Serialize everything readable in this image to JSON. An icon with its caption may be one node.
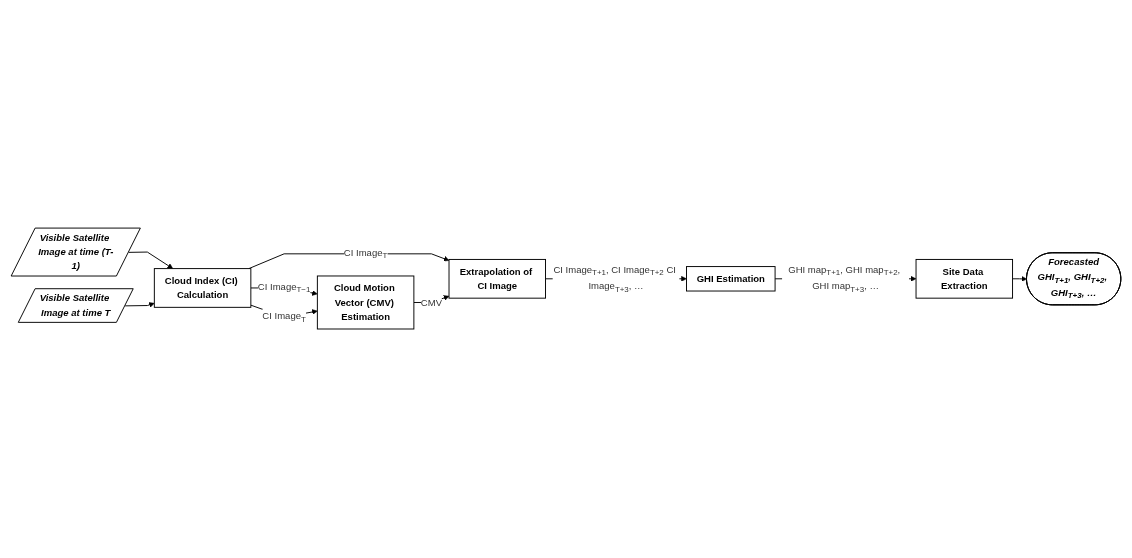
{
  "diagram": {
    "nodes": [
      {
        "text": [
          "Visible Satellite Image at time (T-1)"
        ]
      },
      {
        "text": [
          "Visible Satellite Image at time T"
        ]
      },
      {
        "text": [
          "Cloud Index (CI) Calculation"
        ]
      },
      {
        "text": [
          "Cloud Motion Vector (CMV) Estimation"
        ]
      },
      {
        "text": [
          "Extrapolation of CI Image"
        ]
      },
      {
        "text": [
          "GHI Estimation"
        ]
      },
      {
        "text": [
          "Site Data Extraction"
        ]
      },
      {
        "text": [
          "Forecasted",
          "GHI$_{T+1}$, GHI$_{T+2}$, GHI$_{T+3}$, …"
        ]
      }
    ],
    "edges": [
      {
        "from": 0,
        "to": 2,
        "arrow": "to"
      },
      {
        "from": 1,
        "to": 2,
        "arrow": "to"
      },
      {
        "from": 2,
        "to": 3,
        "arrow": "to",
        "label": "CI Image$_{T−1}$"
      },
      {
        "from": 2,
        "to": 3,
        "arrow": "to",
        "label": "CI Image$_{T}$"
      },
      {
        "from": 2,
        "to": 4,
        "arrow": "to",
        "label": "CI Image$_{T}$"
      },
      {
        "from": 3,
        "to": 4,
        "arrow": "to",
        "label": "CMV"
      },
      {
        "from": 4,
        "to": 5,
        "arrow": "to",
        "label": "CI Image$_{T+1}$, CI Image$_{T+2}$ CI Image$_{T+3}$, …"
      },
      {
        "from": 5,
        "to": 6,
        "arrow": "to",
        "label": "GHI map$_{T+1}$, GHI map$_{T+2}$, GHI map$_{T+3}$, …"
      },
      {
        "from": 6,
        "to": 7,
        "arrow": "to"
      }
    ]
  }
}
